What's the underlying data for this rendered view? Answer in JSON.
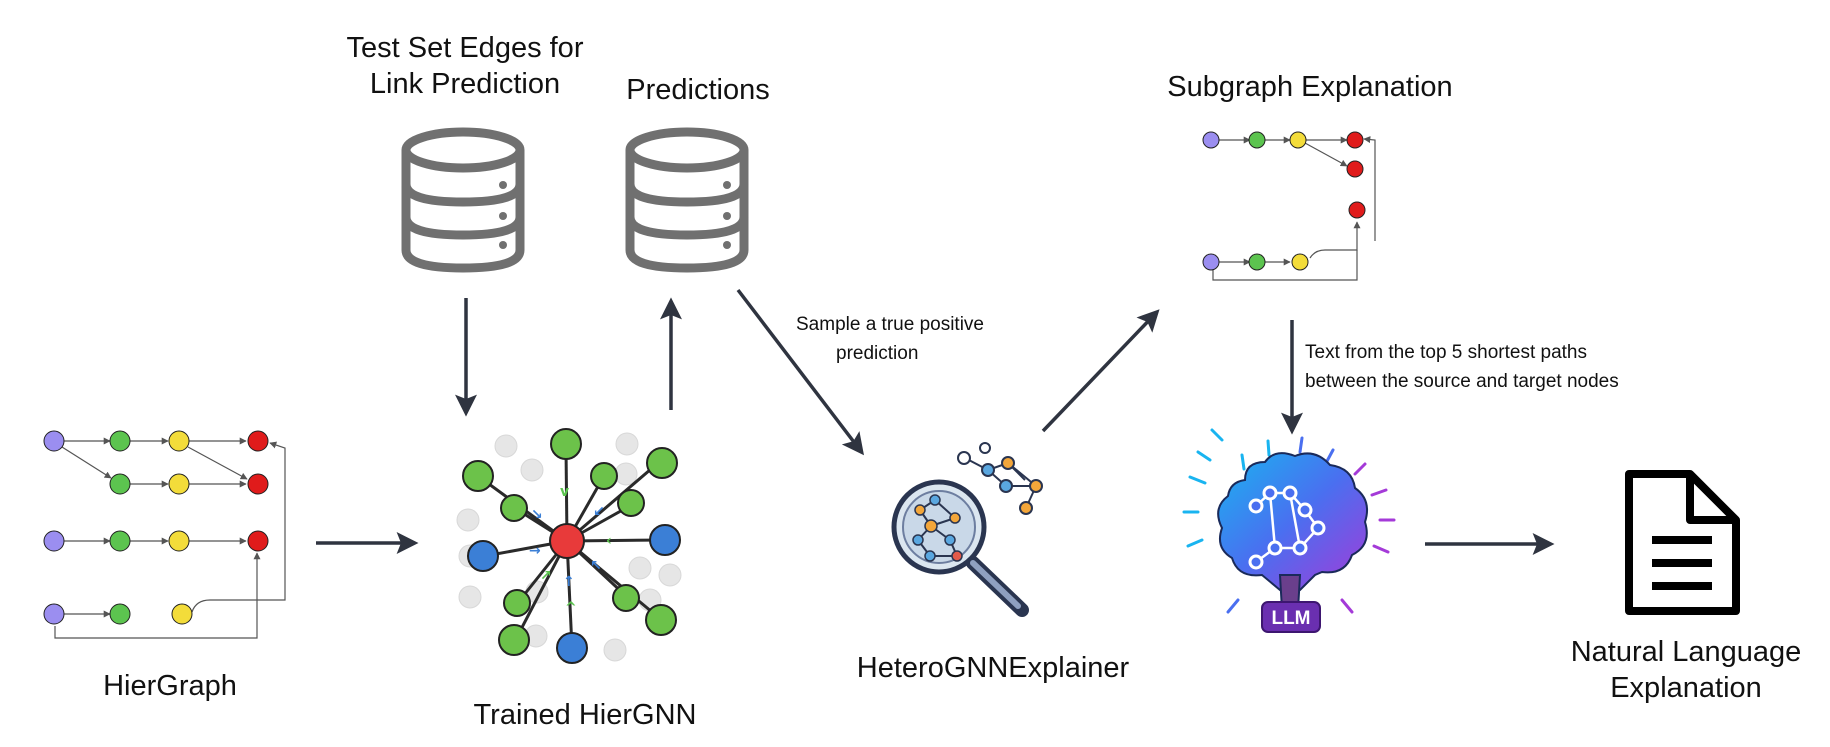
{
  "labels": {
    "test_set_line1": "Test Set Edges for",
    "test_set_line2": "Link Prediction",
    "predictions": "Predictions",
    "subgraph_explanation": "Subgraph Explanation",
    "hiergraph": "HierGraph",
    "trained_hiergnn": "Trained HierGNN",
    "hetero_explainer": "HeteroGNNExplainer",
    "natural_language_line1": "Natural Language",
    "natural_language_line2": "Explanation",
    "sample_line1": "Sample a true positive",
    "sample_line2": "prediction",
    "paths_line1": "Text from the top 5 shortest paths",
    "paths_line2": "between the source and target nodes",
    "llm_badge": "LLM"
  },
  "colors": {
    "purple_node": "#9b8ef0",
    "green_node": "#5cc44f",
    "yellow_node": "#f3dc3a",
    "red_node": "#e01b1b",
    "blue_node": "#3b7fd6",
    "arrow": "#2f3440",
    "database": "#707070",
    "llm_purple": "#6a2fb0"
  },
  "icons": {
    "database_1": "database-icon",
    "database_2": "database-icon",
    "magnifier": "magnifying-glass-network-icon",
    "brain": "brain-llm-icon",
    "document": "document-icon"
  }
}
